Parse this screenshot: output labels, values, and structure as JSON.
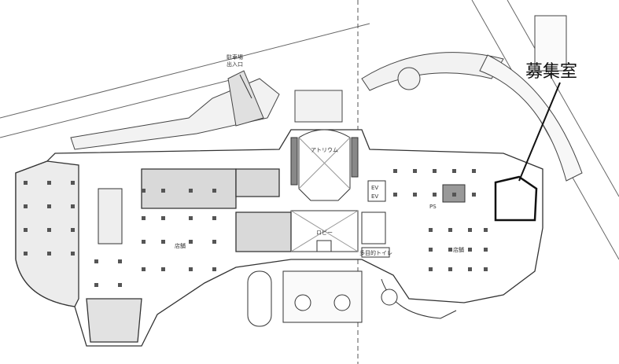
{
  "callout": {
    "label": "募集室"
  },
  "labels": {
    "parking": [
      "駐車場",
      "出入口"
    ],
    "atrium": "アトリウム",
    "lobby": "ロビー",
    "restroom": "多目的トイレ",
    "shop_left": "店舗",
    "shop_right": "店舗",
    "ps": "PS",
    "ev1": "EV",
    "ev2": "EV"
  },
  "colors": {
    "line": "#333333",
    "fill_gray": "#d9d9d9",
    "light_gray": "#ececec",
    "column": "#555555"
  }
}
